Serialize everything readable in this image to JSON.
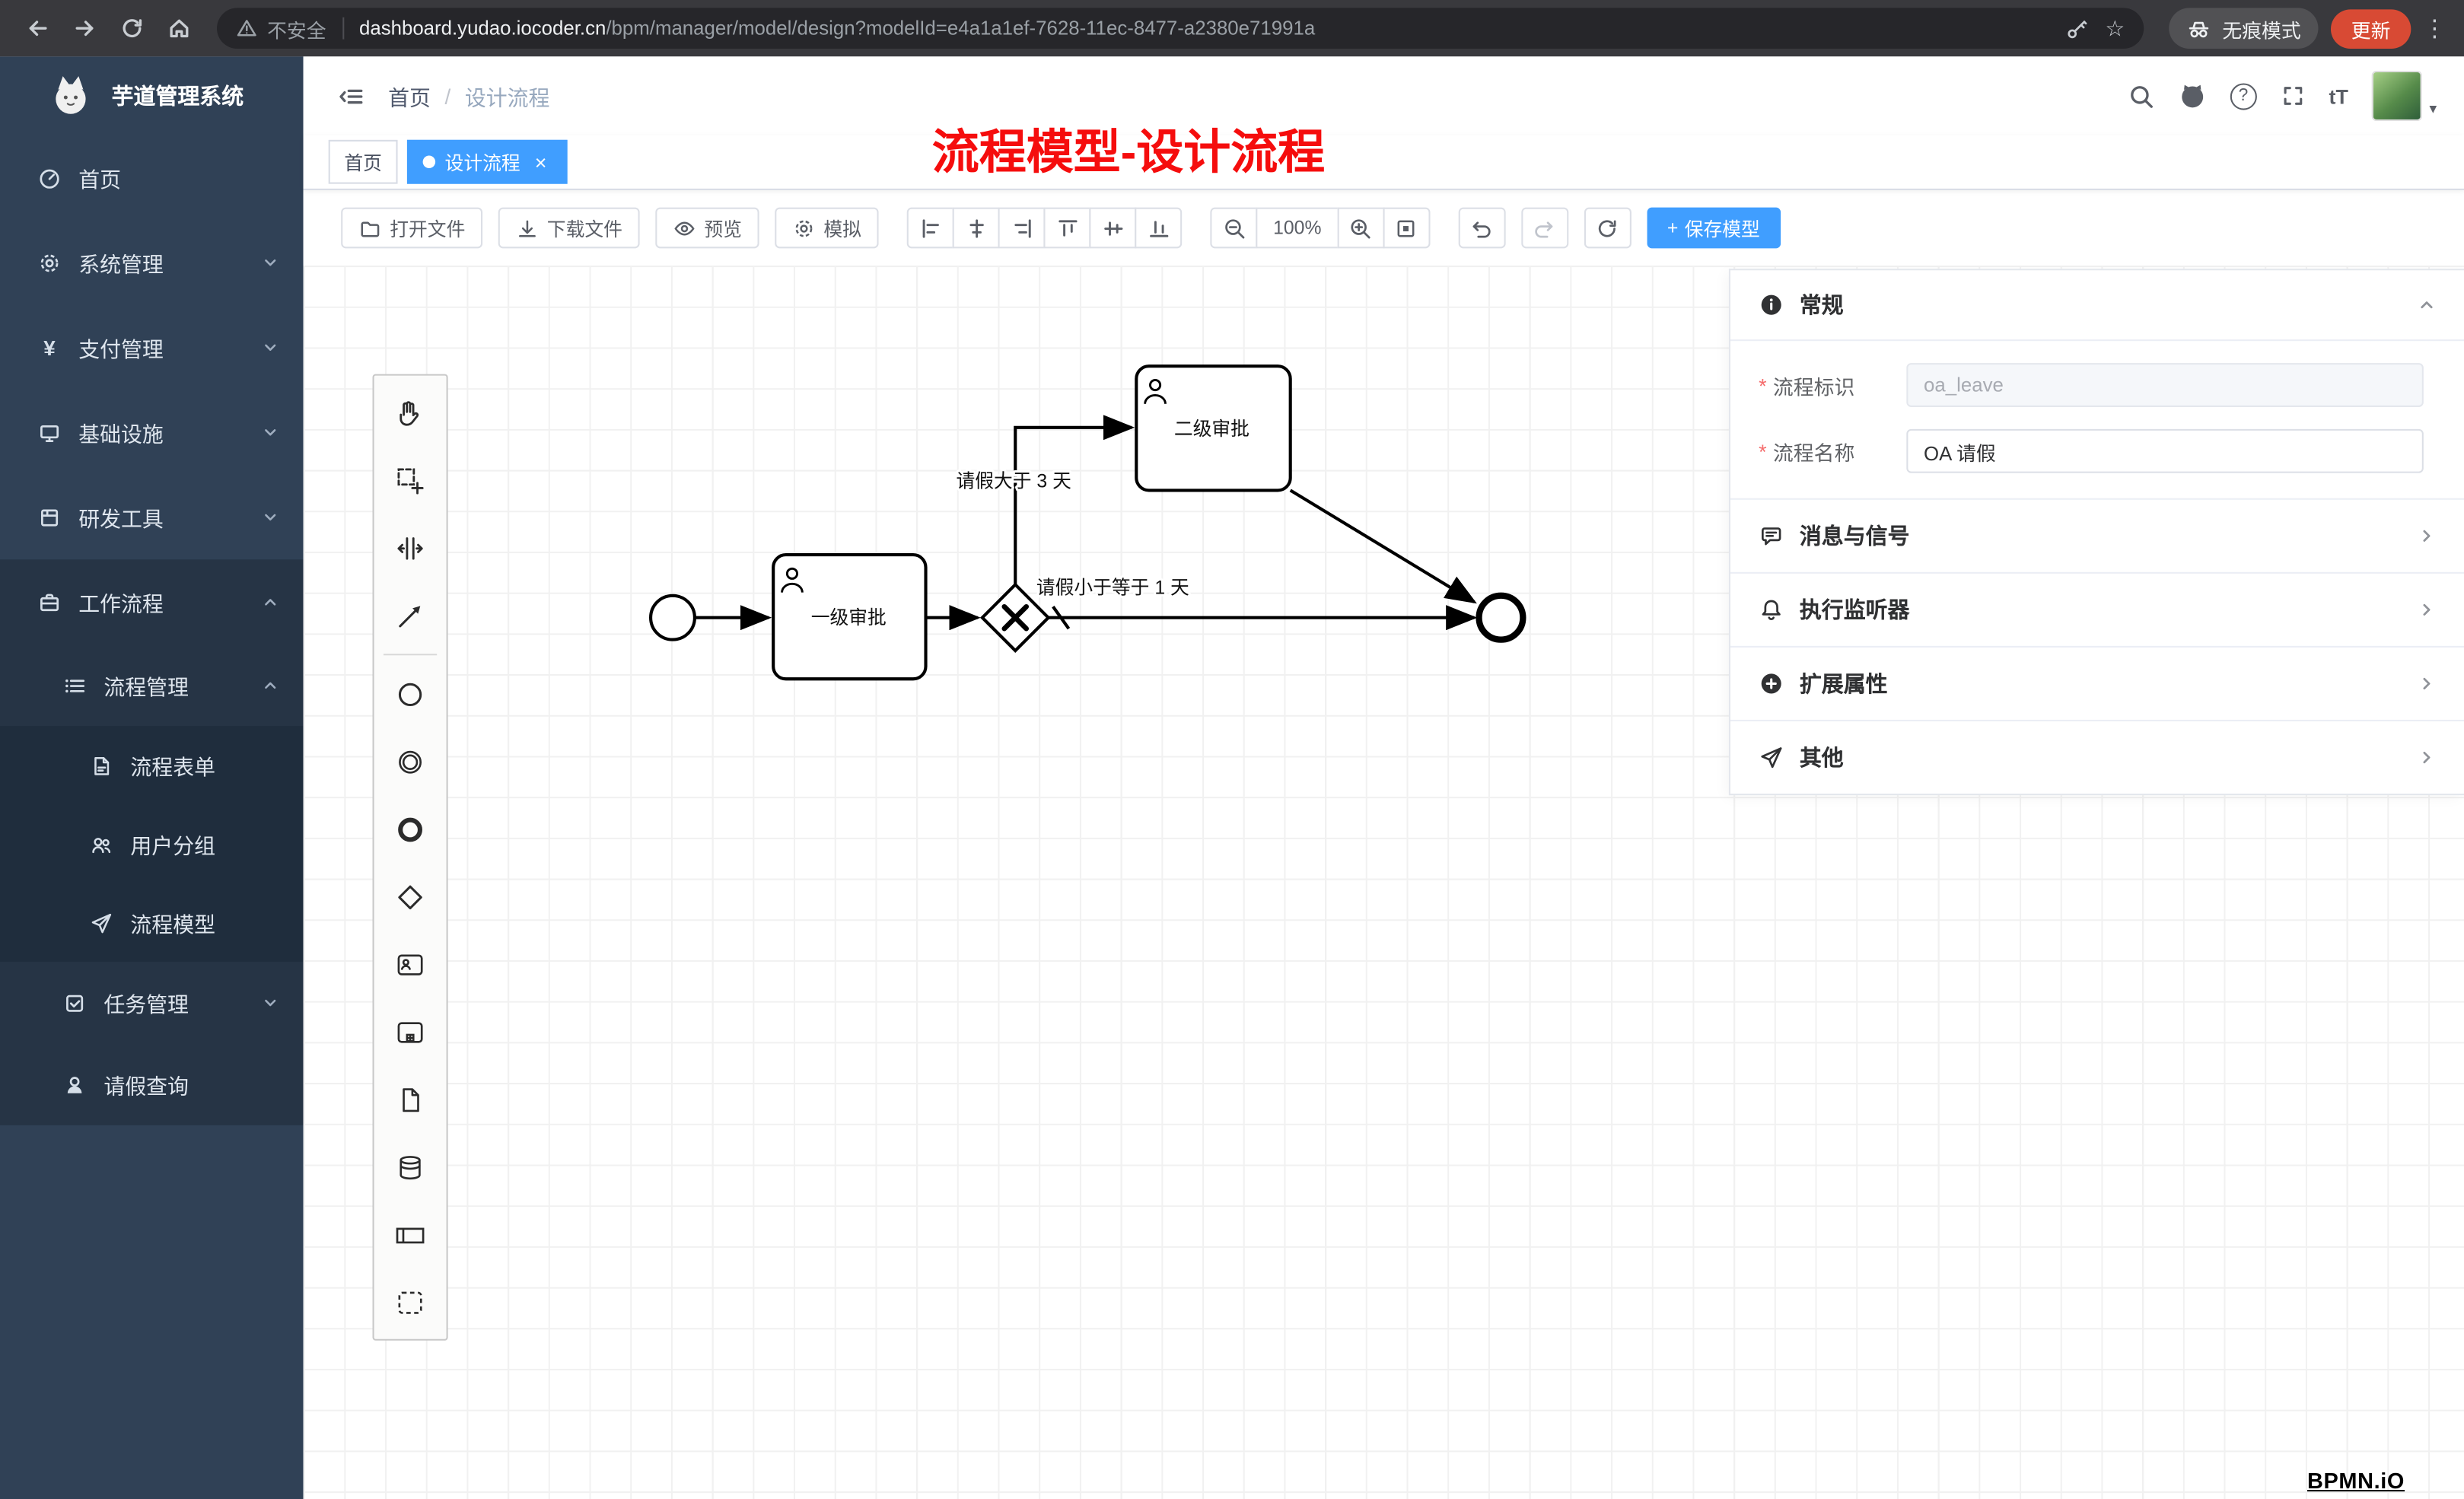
{
  "colors": {
    "accent": "#409eff",
    "annotation_red": "#f50d0d",
    "update_red": "#d84a34",
    "sidebar_bg": "#304156"
  },
  "chrome": {
    "security_label": "不安全",
    "url_domain": "dashboard.yudao.iocoder.cn",
    "url_path": "/bpm/manager/model/design?modelId=e4a1a1ef-7628-11ec-8477-a2380e71991a",
    "incognito_label": "无痕模式",
    "update_label": "更新"
  },
  "icons": {
    "yen": "¥",
    "star": "☆",
    "dots": "⋮",
    "caret_down": "▼",
    "question": "?",
    "font_size": "tT",
    "plus": "+",
    "breadcrumb_separator": "/",
    "close": "×"
  },
  "sidebar": {
    "logo_title": "芋道管理系统",
    "menu": {
      "home": "首页",
      "system": "系统管理",
      "payment": "支付管理",
      "infra": "基础设施",
      "devtools": "研发工具",
      "workflow": "工作流程",
      "process_mgmt": "流程管理",
      "process_form": "流程表单",
      "user_group": "用户分组",
      "process_model": "流程模型",
      "task_mgmt": "任务管理",
      "leave_query": "请假查询"
    }
  },
  "navbar": {
    "breadcrumb_home": "首页",
    "breadcrumb_current": "设计流程"
  },
  "tags": {
    "home": "首页",
    "active": "设计流程"
  },
  "annotation": "流程模型-设计流程",
  "toolbar": {
    "open": "打开文件",
    "download": "下载文件",
    "preview": "预览",
    "simulate": "模拟",
    "zoom_level": "100%",
    "save": "保存模型"
  },
  "panel": {
    "general_title": "常规",
    "required_mark": "*",
    "key_label": "流程标识",
    "key_value": "oa_leave",
    "name_label": "流程名称",
    "name_value": "OA 请假",
    "section_message": "消息与信号",
    "section_listener": "执行监听器",
    "section_ext": "扩展属性",
    "section_other": "其他"
  },
  "diagram": {
    "task1": "一级审批",
    "task2": "二级审批",
    "cond_gt": "请假大于 3 天",
    "cond_le": "请假小于等于 1 天"
  },
  "bpmn_logo": "BPMN.iO"
}
